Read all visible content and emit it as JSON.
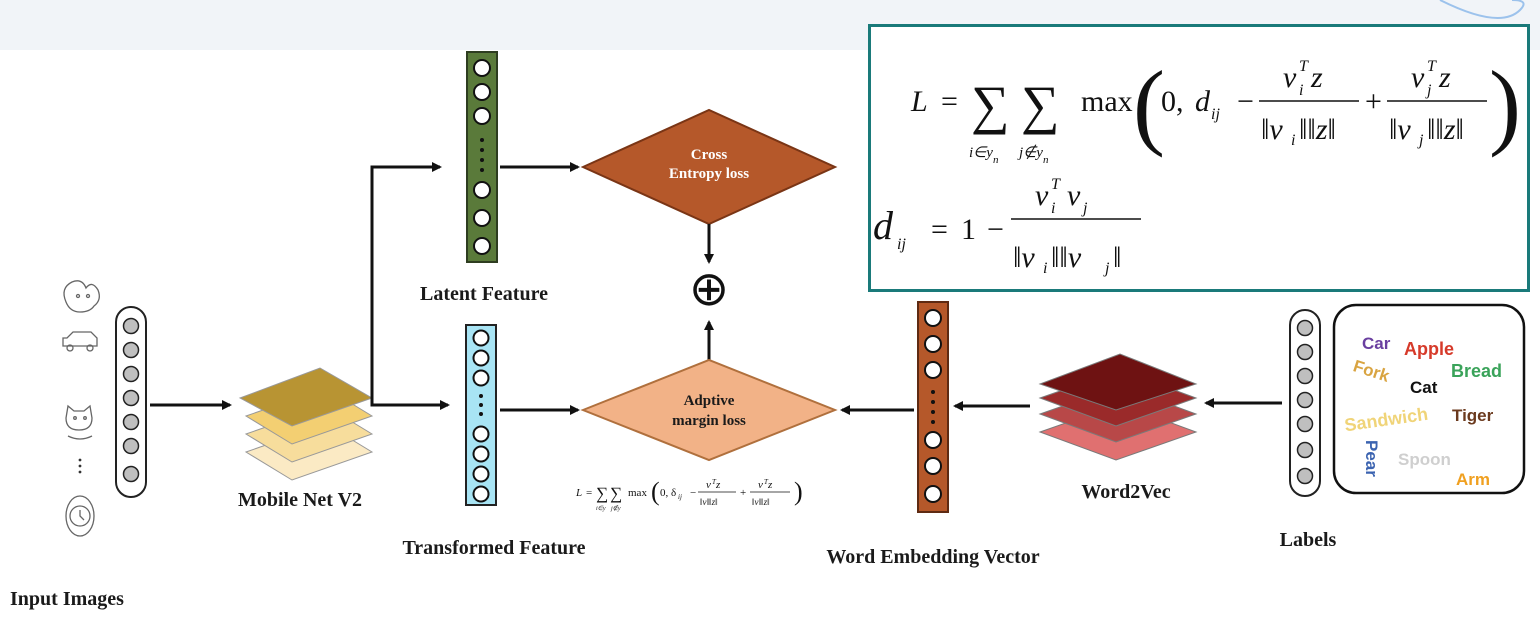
{
  "labels": {
    "input_images": "Input Images",
    "mobile_net": "Mobile Net V2",
    "latent_feature": "Latent Feature",
    "transformed_feature": "Transformed Feature",
    "cross_entropy_line1": "Cross",
    "cross_entropy_line2": "Entropy loss",
    "adaptive_line1": "Adptive",
    "adaptive_line2": "margin loss",
    "word_embedding": "Word Embedding Vector",
    "word2vec": "Word2Vec",
    "labels_title": "Labels",
    "plus_symbol": "⊕"
  },
  "word_cloud": [
    {
      "text": "Car",
      "color": "#6a3fa0"
    },
    {
      "text": "Apple",
      "color": "#d63a2a"
    },
    {
      "text": "Bread",
      "color": "#3aa35a"
    },
    {
      "text": "Fork",
      "color": "#d9a441"
    },
    {
      "text": "Cat",
      "color": "#111111"
    },
    {
      "text": "Sandwich",
      "color": "#f0d478"
    },
    {
      "text": "Tiger",
      "color": "#6b3a1e"
    },
    {
      "text": "Pear",
      "color": "#3b63b0"
    },
    {
      "text": "Spoon",
      "color": "#cfcfcf"
    },
    {
      "text": "Arm",
      "color": "#f0a020"
    }
  ],
  "colors": {
    "latent_bar": "#5a7a3a",
    "transformed_bar": "#a8e4f4",
    "embedding_bar": "#b5582a",
    "cross_entropy": "#b5582a",
    "adaptive": "#f2b287",
    "box_border": "#1a7a7a"
  },
  "icons": [
    "dog-sketch-icon",
    "car-sketch-icon",
    "cat-sketch-icon",
    "clock-sketch-icon"
  ]
}
